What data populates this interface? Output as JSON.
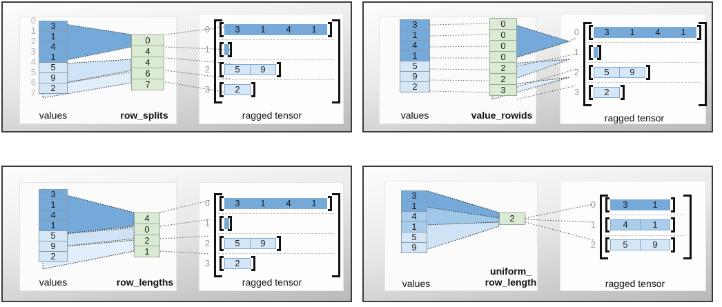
{
  "colors": {
    "blue_dark": "#74a9da",
    "blue_mid": "#a9cdeb",
    "blue_light": "#d5e7f7",
    "green": "#dbead3",
    "bracket": "#111111",
    "index_gray": "#b0b0b0"
  },
  "common": {
    "values_label": "values",
    "ragged_label": "ragged tensor"
  },
  "panels": [
    {
      "id": "row-splits",
      "encoding_label": "row_splits",
      "values": [
        "3",
        "1",
        "4",
        "1",
        "5",
        "9",
        "2"
      ],
      "value_shades": [
        "dark",
        "dark",
        "dark",
        "dark",
        "light",
        "light",
        "light"
      ],
      "value_indices": [
        "0",
        "1",
        "2",
        "3",
        "4",
        "5",
        "6",
        "7"
      ],
      "show_value_indices": true,
      "encoding": [
        "0",
        "4",
        "4",
        "6",
        "7"
      ],
      "ragged_row_indices": [
        "0",
        "1",
        "2",
        "3"
      ],
      "ragged_rows": [
        {
          "cells": [
            "3",
            "1",
            "4",
            "1"
          ],
          "shade": "dark"
        },
        {
          "cells": [],
          "shade": "dark"
        },
        {
          "cells": [
            "5",
            "9"
          ],
          "shade": "light"
        },
        {
          "cells": [
            "2"
          ],
          "shade": "light"
        }
      ]
    },
    {
      "id": "value-rowids",
      "encoding_label": "value_rowids",
      "values": [
        "3",
        "1",
        "4",
        "1",
        "5",
        "9",
        "2"
      ],
      "value_shades": [
        "dark",
        "dark",
        "dark",
        "dark",
        "light",
        "light",
        "light"
      ],
      "value_indices": [],
      "show_value_indices": false,
      "encoding": [
        "0",
        "0",
        "0",
        "0",
        "2",
        "2",
        "3"
      ],
      "ragged_row_indices": [
        "0",
        "1",
        "2",
        "3"
      ],
      "ragged_rows": [
        {
          "cells": [
            "3",
            "1",
            "4",
            "1"
          ],
          "shade": "dark"
        },
        {
          "cells": [],
          "shade": "dark"
        },
        {
          "cells": [
            "5",
            "9"
          ],
          "shade": "light"
        },
        {
          "cells": [
            "2"
          ],
          "shade": "light"
        }
      ]
    },
    {
      "id": "row-lengths",
      "encoding_label": "row_lengths",
      "values": [
        "3",
        "1",
        "4",
        "1",
        "5",
        "9",
        "2"
      ],
      "value_shades": [
        "dark",
        "dark",
        "dark",
        "dark",
        "light",
        "light",
        "light"
      ],
      "value_indices": [],
      "show_value_indices": false,
      "encoding": [
        "4",
        "0",
        "2",
        "1"
      ],
      "ragged_row_indices": [
        "0",
        "1",
        "2",
        "3"
      ],
      "ragged_rows": [
        {
          "cells": [
            "3",
            "1",
            "4",
            "1"
          ],
          "shade": "dark"
        },
        {
          "cells": [],
          "shade": "dark"
        },
        {
          "cells": [
            "5",
            "9"
          ],
          "shade": "light"
        },
        {
          "cells": [
            "2"
          ],
          "shade": "light"
        }
      ]
    },
    {
      "id": "uniform-row-length",
      "encoding_label": "uniform_\nrow_length",
      "values": [
        "3",
        "1",
        "4",
        "1",
        "5",
        "9"
      ],
      "value_shades": [
        "dark",
        "dark",
        "mid",
        "mid",
        "light",
        "light"
      ],
      "value_indices": [],
      "show_value_indices": false,
      "encoding": [
        "2"
      ],
      "ragged_row_indices": [
        "0",
        "1",
        "2"
      ],
      "ragged_rows": [
        {
          "cells": [
            "3",
            "1"
          ],
          "shade": "dark"
        },
        {
          "cells": [
            "4",
            "1"
          ],
          "shade": "mid"
        },
        {
          "cells": [
            "5",
            "9"
          ],
          "shade": "light"
        }
      ]
    }
  ]
}
